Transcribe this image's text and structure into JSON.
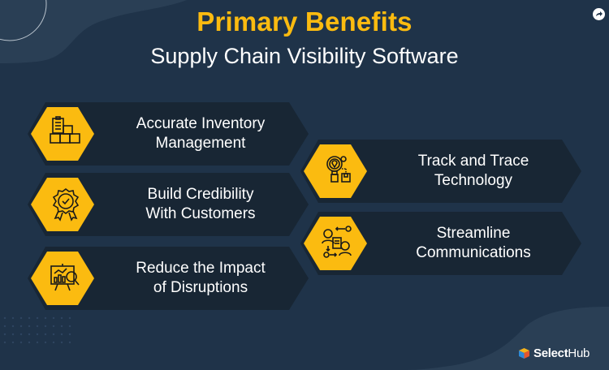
{
  "header": {
    "title": "Primary Benefits",
    "subtitle": "Supply Chain Visibility Software"
  },
  "colors": {
    "background": "#1f3349",
    "background_shape": "#2a3f55",
    "card": "#182634",
    "card_outline": "#16222e",
    "accent": "#fbbb10",
    "text": "#ffffff"
  },
  "benefits": [
    {
      "label": "Accurate Inventory\nManagement",
      "icon": "inventory-clipboard-boxes-icon",
      "column": "left"
    },
    {
      "label": "Build Credibility\nWith Customers",
      "icon": "award-badge-check-icon",
      "column": "left"
    },
    {
      "label": "Reduce the Impact\nof Disruptions",
      "icon": "presentation-analytics-magnifier-icon",
      "column": "left"
    },
    {
      "label": "Track and Trace\nTechnology",
      "icon": "location-search-package-icon",
      "column": "right"
    },
    {
      "label": "Streamline\nCommunications",
      "icon": "people-document-exchange-icon",
      "column": "right"
    }
  ],
  "share_icon": "share-arrow-icon",
  "brand": {
    "name_bold": "Select",
    "name_regular": "Hub"
  }
}
